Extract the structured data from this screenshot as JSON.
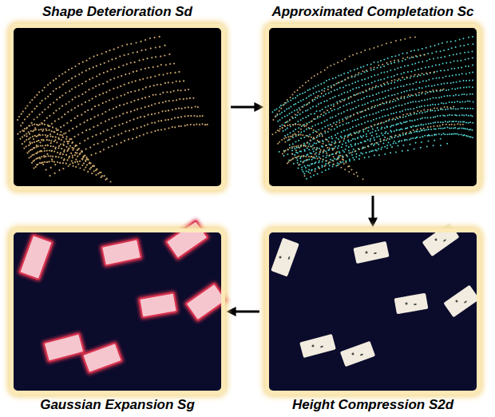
{
  "diagram": {
    "nodes": [
      {
        "text": [
          "Shape Deterioration Sd"
        ]
      },
      {
        "text": [
          "Approximated Completation Sc"
        ]
      },
      {
        "text": [
          "Gaussian Expansion Sg"
        ]
      },
      {
        "text": [
          "Height Compression S2d"
        ]
      }
    ],
    "edges": [
      {
        "from": 0,
        "to": 1,
        "arrow": "to"
      },
      {
        "from": 1,
        "to": 3,
        "arrow": "to"
      },
      {
        "from": 3,
        "to": 2,
        "arrow": "to"
      }
    ]
  }
}
